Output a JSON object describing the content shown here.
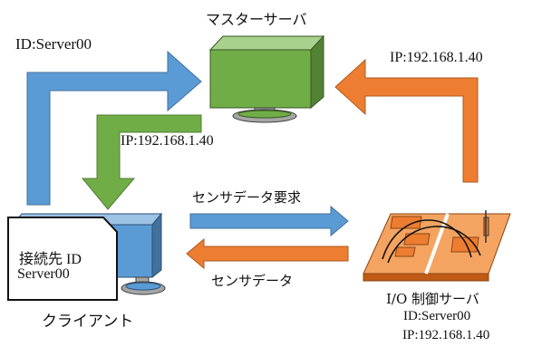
{
  "labels": {
    "master_server": "マスターサーバ",
    "client_to_master_id": "ID:Server00",
    "io_to_master_ip": "IP:192.168.1.40",
    "master_to_client_ip": "IP:192.168.1.40",
    "request_label": "センサデータ要求",
    "response_label": "センサデータ",
    "client": "クライアント",
    "note_line1": "接続先 ID",
    "note_line2": "Server00",
    "io_server_name": "I/O 制御サーバ",
    "io_server_id": "ID:Server00",
    "io_server_ip": "IP:192.168.1.40"
  },
  "colors": {
    "arrow_blue": "#5b9bd5",
    "arrow_green": "#70ad47",
    "arrow_orange": "#ed7d31",
    "board_orange": "#f4a460",
    "monitor_green": "#70ad47",
    "monitor_blue": "#5b9bd5"
  },
  "icons": {
    "master": "monitor-icon",
    "client": "monitor-icon",
    "note": "document-icon",
    "io": "circuit-board-icon"
  }
}
